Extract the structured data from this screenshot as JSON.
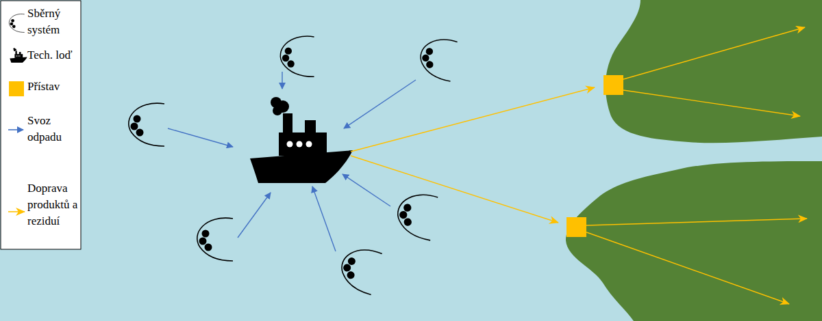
{
  "diagram": {
    "legend": [
      {
        "text": "Sběrný systém"
      },
      {
        "text": "Tech. loď"
      },
      {
        "text": "Přístav",
        "color": "#FFC000"
      },
      {
        "text": "Svoz odpadu"
      },
      {
        "text": "Doprava produktů a reziduí"
      }
    ]
  }
}
